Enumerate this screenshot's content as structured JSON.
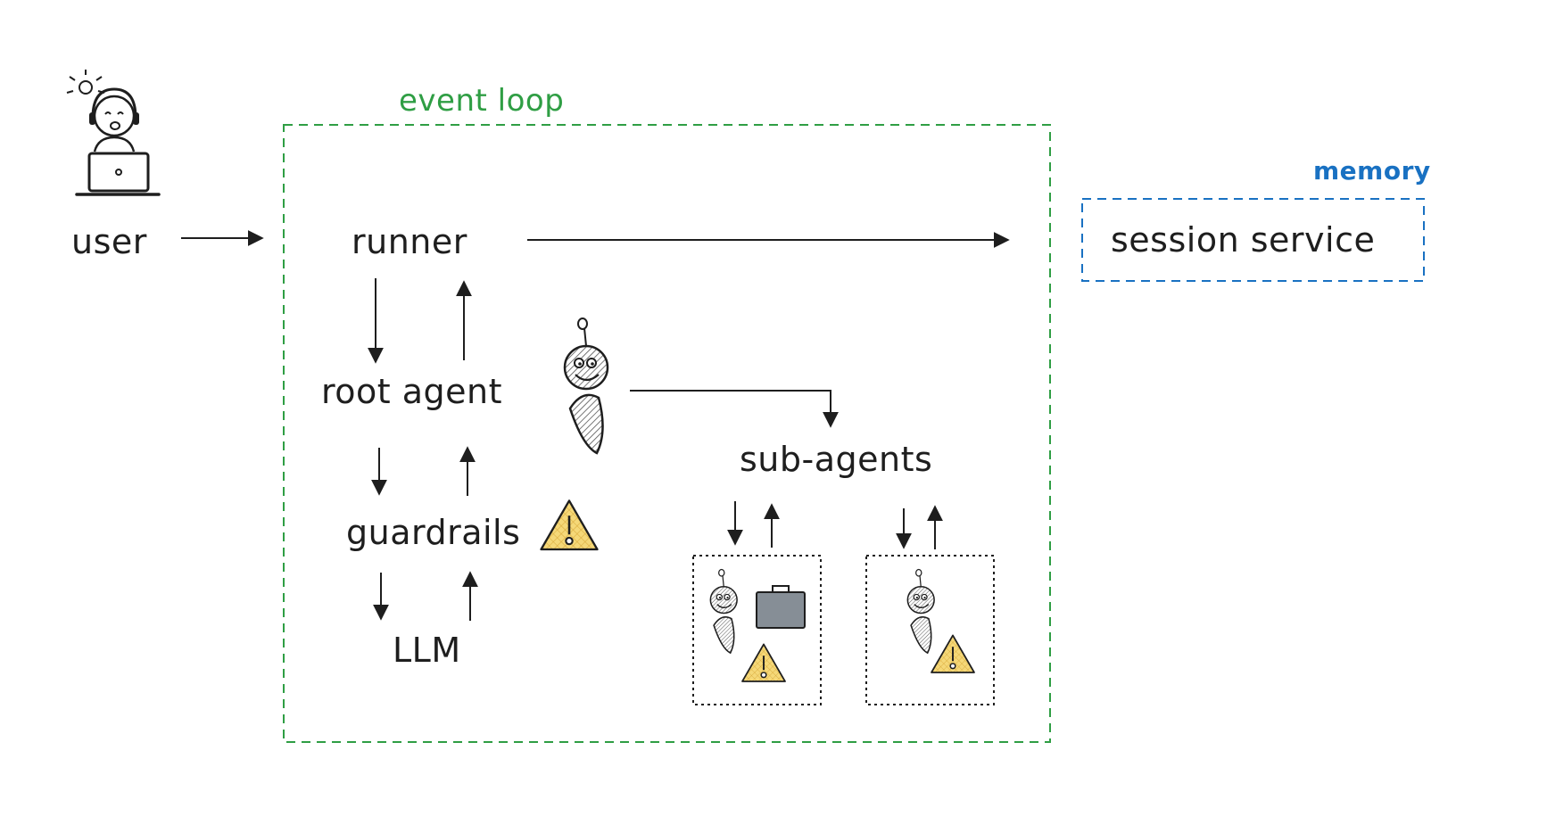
{
  "diagram": {
    "labels": {
      "user": "user",
      "event_loop": "event loop",
      "runner": "runner",
      "memory": "memory",
      "session_service": "session service",
      "root_agent": "root agent",
      "sub_agents": "sub-agents",
      "guardrails": "guardrails",
      "llm": "LLM"
    },
    "colors": {
      "event_loop": "#2f9e44",
      "memory": "#1971c2",
      "ink": "#1e1e1e",
      "warning_fill": "#f5d878",
      "tool_fill": "#868e96"
    },
    "icons": [
      "user-at-laptop-icon",
      "robot-agent-icon",
      "warning-triangle-icon",
      "briefcase-tool-icon"
    ]
  }
}
